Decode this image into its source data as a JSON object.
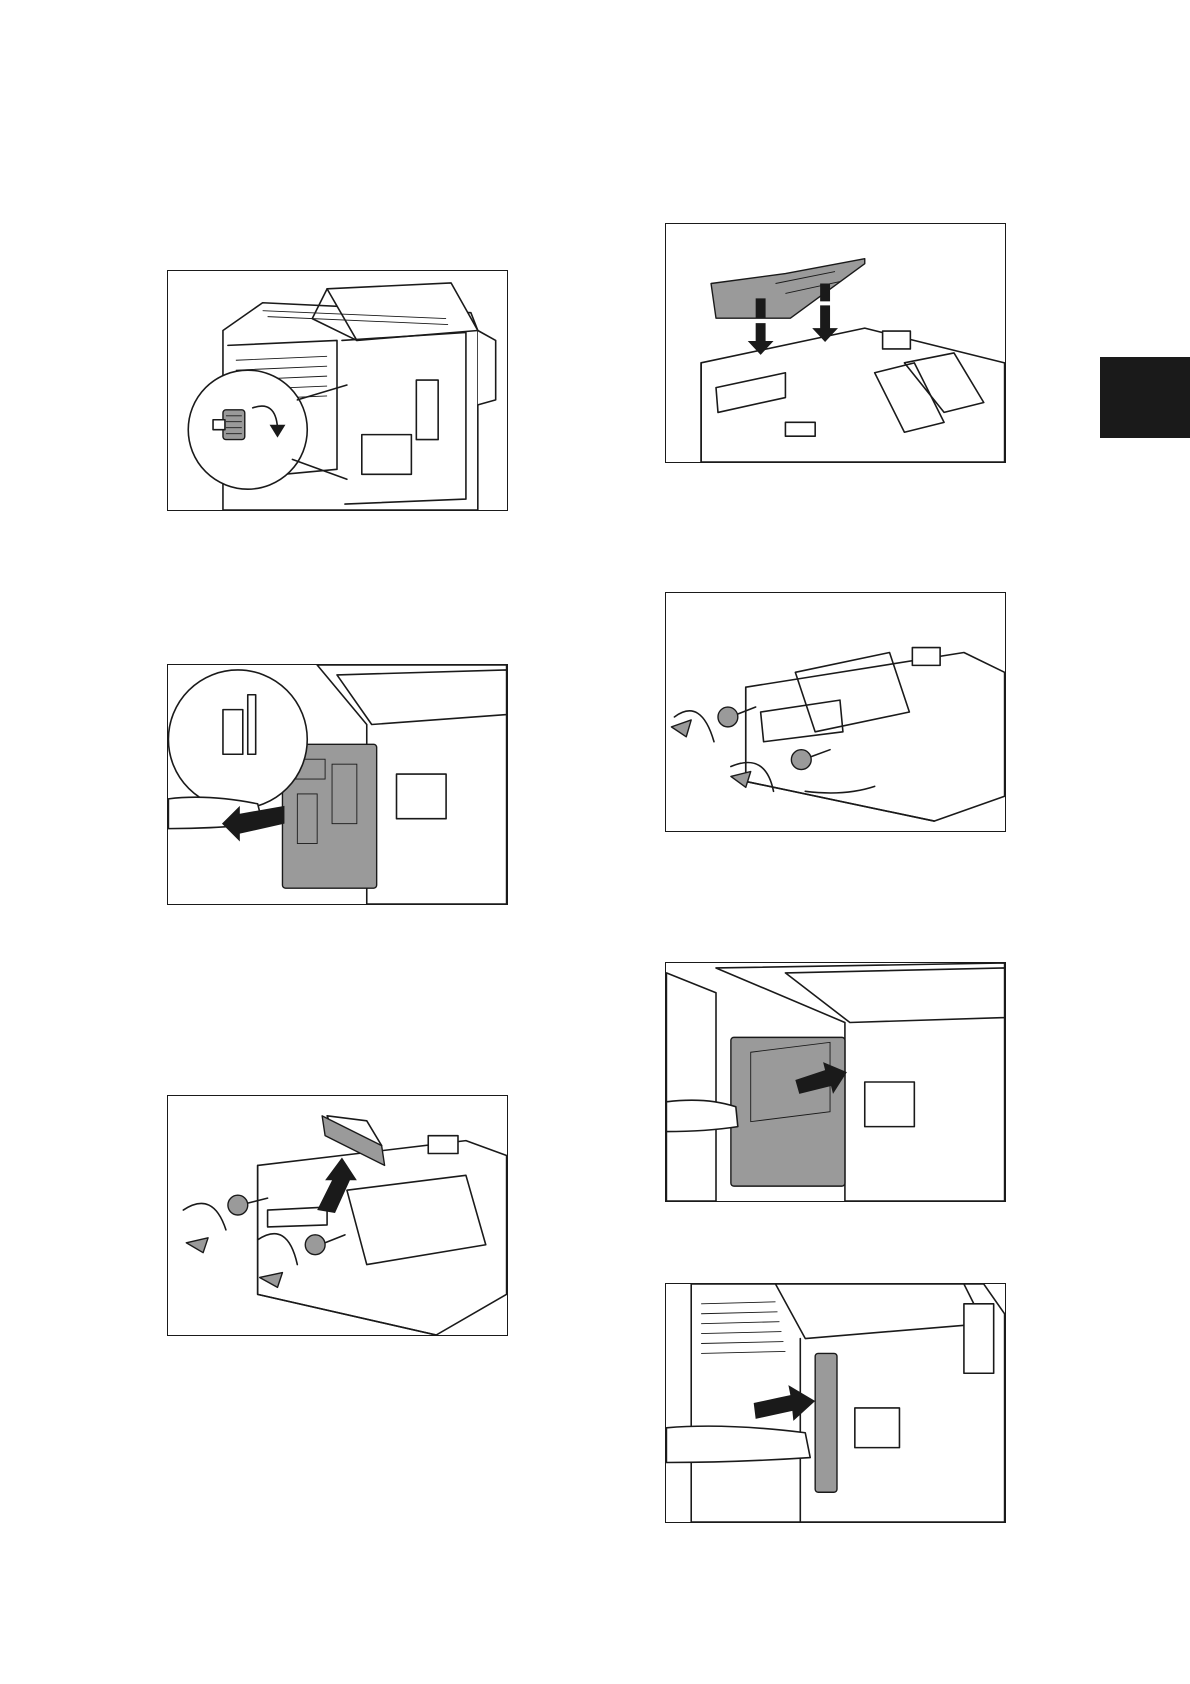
{
  "colors": {
    "section_tab": "#1a1a1a",
    "line_art": "#1a1a1a",
    "board_shade": "#9a9a9a"
  },
  "figures": [
    {
      "id": "fig-remove-screws-printer",
      "icon": "printer-screw-callout"
    },
    {
      "id": "fig-pull-out-board",
      "icon": "board-pull-out"
    },
    {
      "id": "fig-remove-cover-plate",
      "icon": "cover-plate-removal"
    },
    {
      "id": "fig-insert-card",
      "icon": "card-insertion"
    },
    {
      "id": "fig-fasten-screws",
      "icon": "screw-fastening"
    },
    {
      "id": "fig-insert-board",
      "icon": "board-insertion"
    },
    {
      "id": "fig-push-board-in",
      "icon": "board-push-in"
    }
  ]
}
